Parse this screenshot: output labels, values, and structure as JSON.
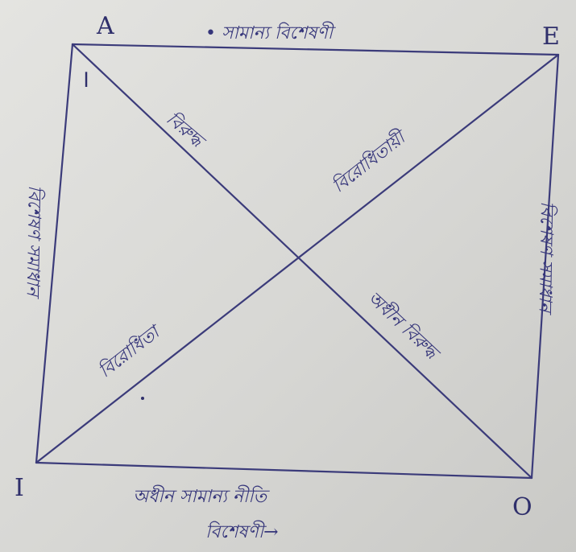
{
  "diagram": {
    "corners": {
      "top_left": "A",
      "top_right": "E",
      "bottom_left": "I",
      "bottom_right": "O"
    },
    "labels": {
      "top_edge": "• সামান্য বিশেষণী",
      "left_edge": "বিশেষণ সমাধান",
      "right_edge": "বিশেষণ সমাধান",
      "bottom_edge_line1": "অধীন সামান্য নীতি",
      "bottom_edge_line2": "বিশেষণী→",
      "diagonal_upper_left": "বিরুদ্ধ",
      "diagonal_upper_right": "বিরোধিতায়ী",
      "diagonal_lower_left": "বিরোধিতা",
      "diagonal_lower_right": "অধীন বিরুদ্ধ",
      "mark_a": "।"
    },
    "colors": {
      "paper": "#d9d9d6",
      "ink": "#2f2f6b"
    }
  }
}
